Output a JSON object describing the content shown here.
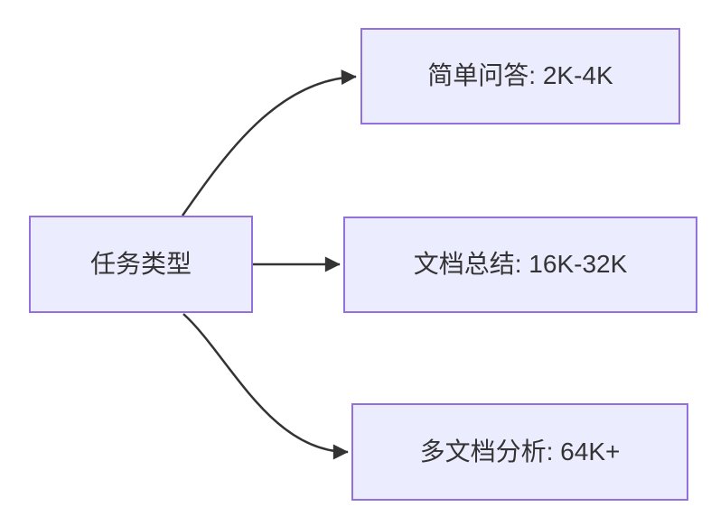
{
  "diagram": {
    "type": "flowchart",
    "direction": "left-to-right",
    "nodes": [
      {
        "id": "task-type",
        "label": "任务类型"
      },
      {
        "id": "simple-qa",
        "label": "简单问答: 2K-4K"
      },
      {
        "id": "doc-summary",
        "label": "文档总结: 16K-32K"
      },
      {
        "id": "multi-doc",
        "label": "多文档分析: 64K+"
      }
    ],
    "edges": [
      {
        "from": "task-type",
        "to": "simple-qa"
      },
      {
        "from": "task-type",
        "to": "doc-summary"
      },
      {
        "from": "task-type",
        "to": "multi-doc"
      }
    ],
    "colors": {
      "node_fill": "#ECECFF",
      "node_border": "#9370DB",
      "edge": "#333333",
      "text": "#333333",
      "background": "#FFFFFF"
    }
  }
}
